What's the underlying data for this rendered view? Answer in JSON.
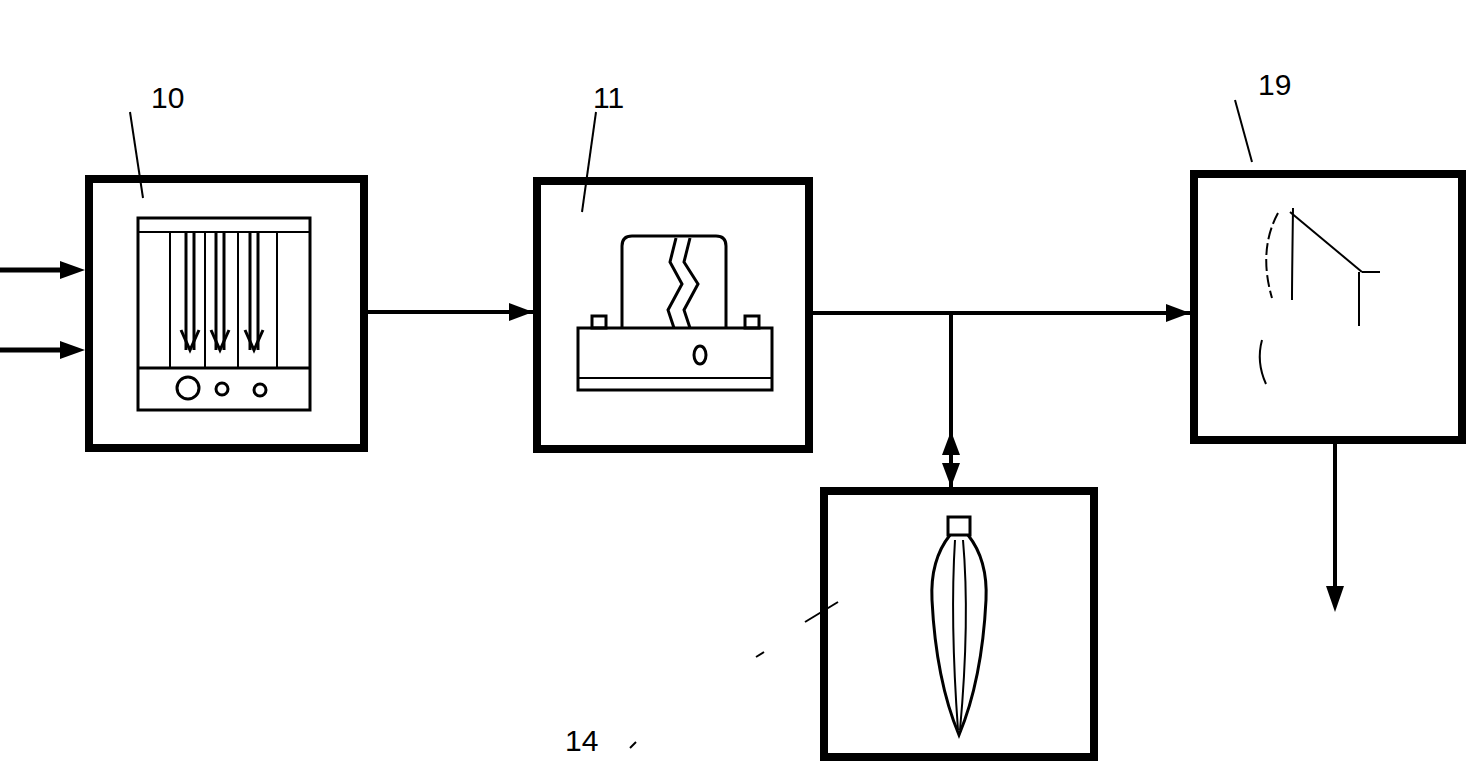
{
  "diagram": {
    "nodes": [
      {
        "text": [
          "10"
        ]
      },
      {
        "text": [
          "11"
        ]
      },
      {
        "text": [
          "14"
        ]
      },
      {
        "text": [
          "19"
        ]
      }
    ],
    "edges": [
      {
        "from": 0,
        "to": 1,
        "arrow": "to"
      },
      {
        "from": 1,
        "to": 3,
        "arrow": "to"
      },
      {
        "from": 1,
        "to": 2,
        "arrow": "both"
      }
    ]
  }
}
